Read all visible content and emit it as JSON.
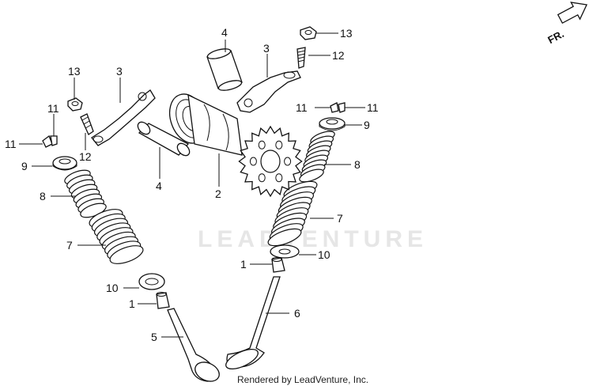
{
  "watermark": "LEADVENTURE",
  "credit": "Rendered by LeadVenture, Inc.",
  "direction_label": "FR.",
  "callouts": {
    "c4_top": "4",
    "c13_top": "13",
    "c3_right": "3",
    "c12_right": "12",
    "c13_left": "13",
    "c3_left": "3",
    "c11_left_a": "11",
    "c11_left_b": "11",
    "c12_left": "12",
    "c11_right_a": "11",
    "c11_right_b": "11",
    "c9_left": "9",
    "c9_right": "9",
    "c8_right": "8",
    "c8_left": "8",
    "c4_bottom": "4",
    "c2": "2",
    "c7_right": "7",
    "c7_left": "7",
    "c10_right": "10",
    "c1_right": "1",
    "c6": "6",
    "c10_left": "10",
    "c1_left": "1",
    "c5": "5"
  }
}
